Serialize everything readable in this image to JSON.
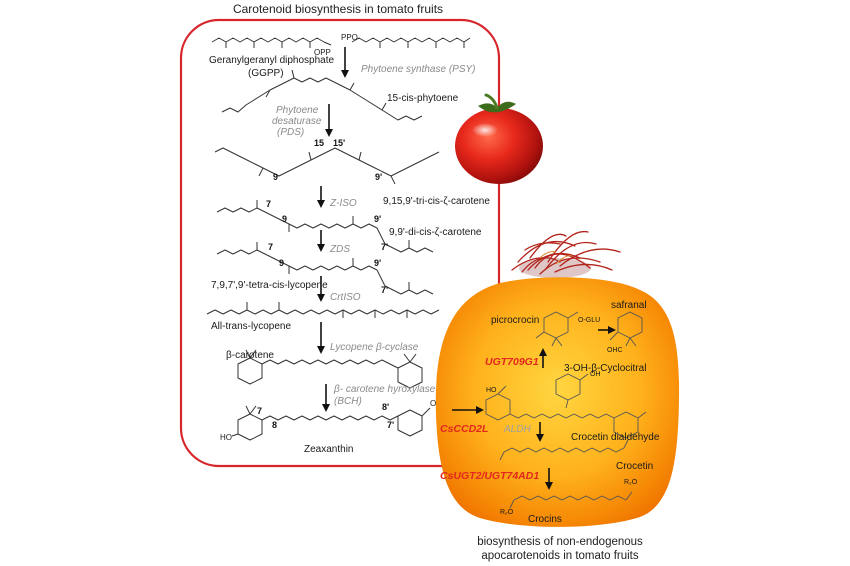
{
  "title": "Carotenoid biosynthesis in tomato fruits",
  "footer": [
    "biosynthesis of non-endogenous",
    "apocarotenoids in tomato fruits"
  ],
  "compounds": {
    "ggpp_name": "Geranylgeranyl diphosphate",
    "ggpp_abbr": "(GGPP)",
    "opp": "OPP",
    "ppo": "PPO",
    "phytoene": "15-cis-phytoene",
    "zeta_carotene_tri": "9,15,9'-tri-cis-ζ-carotene",
    "zeta_carotene_di": "9,9'-di-cis-ζ-carotene",
    "lycopene_tetra": "7,9,7',9'-tetra-cis-lycopene",
    "lycopene_trans": "All-trans-lycopene",
    "beta_carotene": "β-carotene",
    "zeaxanthin": "Zeaxanthin",
    "picrocrocin": "picrocrocin",
    "safranal": "safranal",
    "cyclocitral": "3-OH-β-Cyclocitral",
    "crocetin_dialdehyde": "Crocetin dialdehyde",
    "crocetin": "Crocetin",
    "crocins": "Crocins",
    "o_glu": "O-GLU",
    "ohc": "OHC",
    "r2o_a": "R₂O",
    "r2o_b": "R₂O",
    "ho_a": "HO",
    "ho_b": "HO",
    "oh_a": "OH",
    "oh_b": "OH"
  },
  "enzymes": {
    "psy": "Phytoene synthase (PSY)",
    "pds": [
      "Phytoene",
      "desaturase",
      "(PDS)"
    ],
    "ziso": "Z-ISO",
    "zds": "ZDS",
    "crtiso": "CrtISO",
    "lcyb": "Lycopene β-cyclase",
    "bch": [
      "β- carotene hyroxylase",
      "(BCH)"
    ],
    "aldh": "ALDH"
  },
  "engineered_genes": {
    "ugt709g1": "UGT709G1",
    "csccd2l": "CsCCD2L",
    "csugt2": "CsUGT2/UGT74AD1"
  },
  "positions": {
    "p15": "15",
    "p15p": "15'",
    "p9a": "9",
    "p9pa": "9'",
    "p7a": "7",
    "p9b": "9",
    "p9pb": "9'",
    "p7pb": "7'",
    "p7c": "7",
    "p9c": "9",
    "p9pc": "9'",
    "p7pc": "7'",
    "p7d": "7",
    "p8d": "8",
    "p8pd": "8'",
    "p7pd": "7'"
  },
  "colors": {
    "frame": "#d7262b",
    "gene_red": "#e3261e",
    "enzyme_grey": "#8a8a8a",
    "blob_core": "#ffc21a",
    "blob_edge": "#f07800"
  }
}
